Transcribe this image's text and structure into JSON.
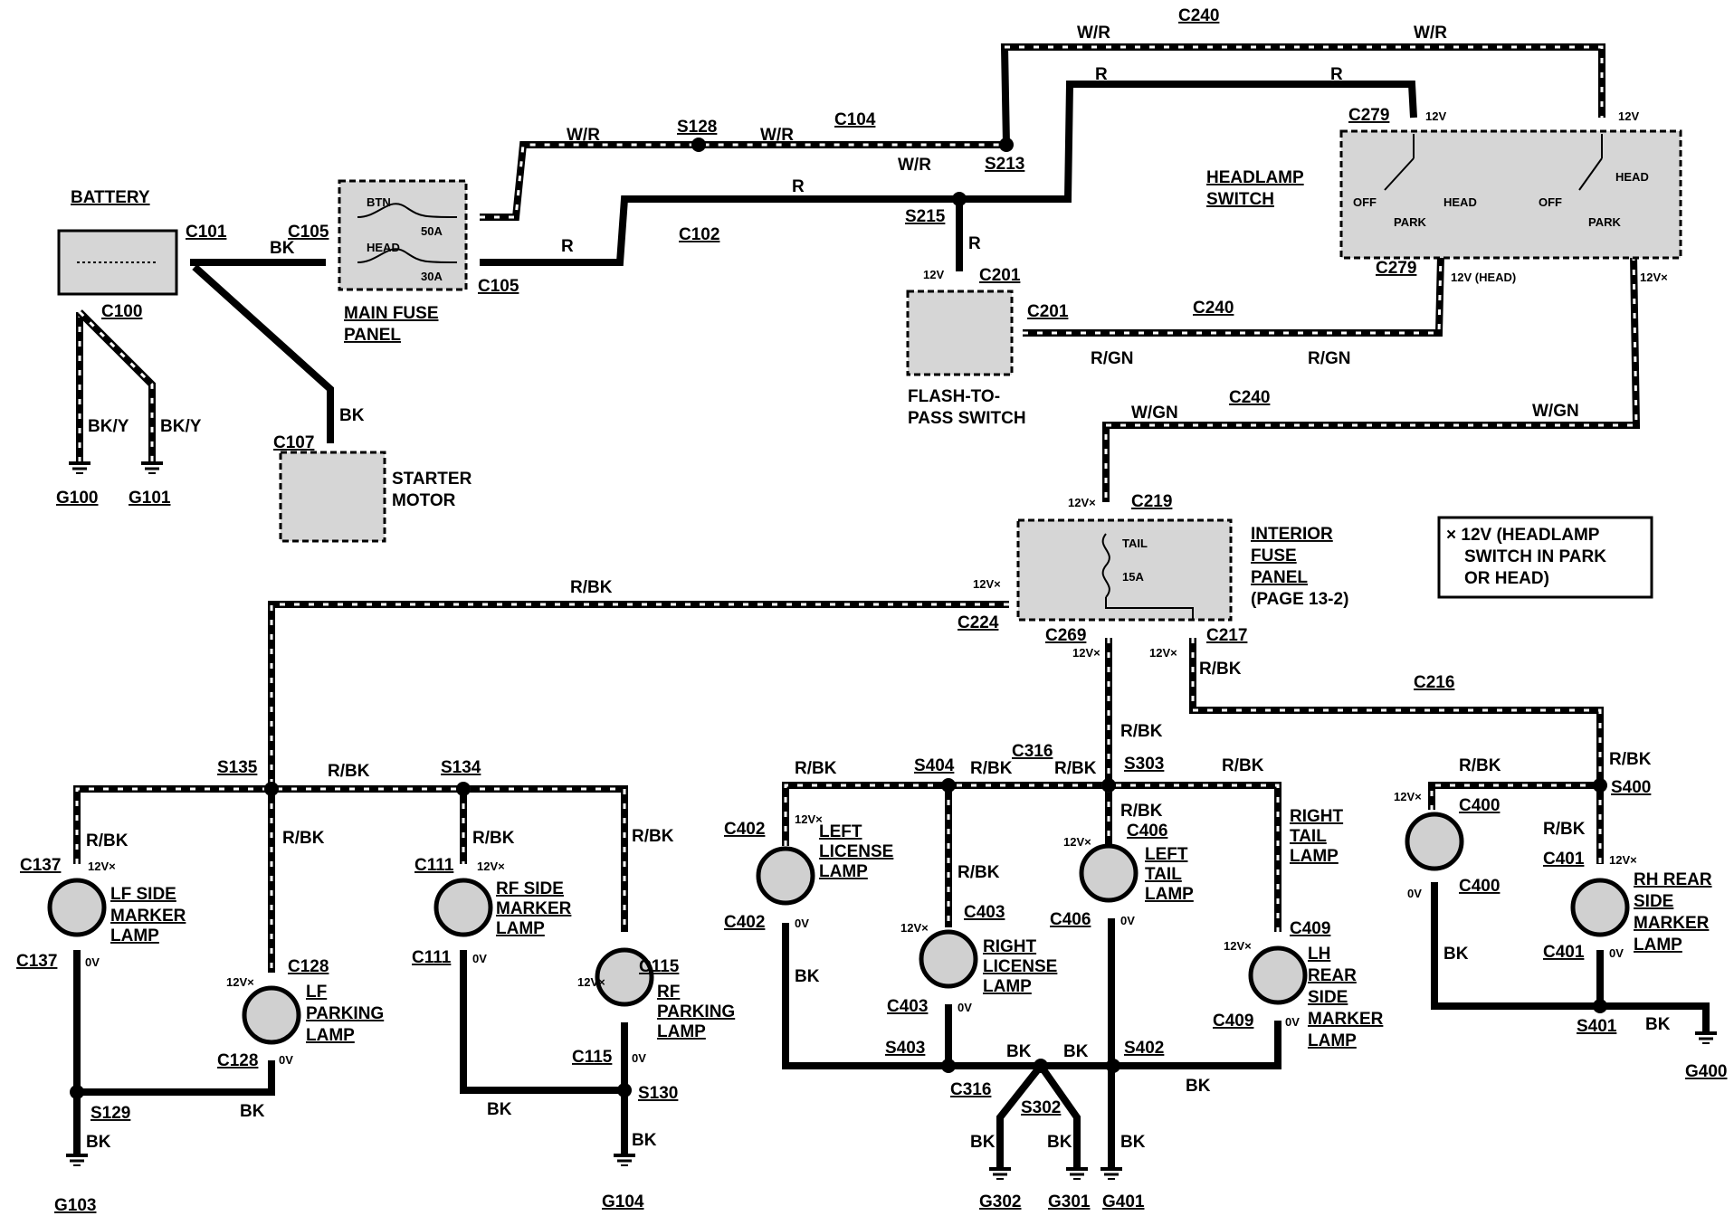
{
  "components": {
    "battery": "BATTERY",
    "main_fuse_panel": [
      "MAIN FUSE",
      "PANEL"
    ],
    "fuse_btn": "BTN",
    "fuse_50a": "50A",
    "fuse_head": "HEAD",
    "fuse_30a": "30A",
    "starter_motor": [
      "STARTER",
      "MOTOR"
    ],
    "headlamp_switch": [
      "HEADLAMP",
      "SWITCH"
    ],
    "switch_positions": {
      "off": "OFF",
      "park": "PARK",
      "head": "HEAD"
    },
    "flash_to_pass": [
      "FLASH-TO-",
      "PASS SWITCH"
    ],
    "interior_fuse_panel": [
      "INTERIOR",
      "FUSE",
      "PANEL",
      "(PAGE 13-2)"
    ],
    "fuse_tail": "TAIL",
    "fuse_15a": "15A",
    "note": [
      "× 12V (HEADLAMP",
      "SWITCH IN PARK",
      "OR HEAD)"
    ]
  },
  "lamps": {
    "lf_side_marker": [
      "LF SIDE",
      "MARKER",
      "LAMP"
    ],
    "lf_parking": [
      "LF",
      "PARKING",
      "LAMP"
    ],
    "rf_side_marker": [
      "RF SIDE",
      "MARKER",
      "LAMP"
    ],
    "rf_parking": [
      "RF",
      "PARKING",
      "LAMP"
    ],
    "left_license": [
      "LEFT",
      "LICENSE",
      "LAMP"
    ],
    "right_license": [
      "RIGHT",
      "LICENSE",
      "LAMP"
    ],
    "left_tail": [
      "LEFT",
      "TAIL",
      "LAMP"
    ],
    "right_tail": [
      "RIGHT",
      "TAIL",
      "LAMP"
    ],
    "lh_rear_side_marker": [
      "LH",
      "REAR",
      "SIDE",
      "MARKER",
      "LAMP"
    ],
    "rh_rear_side_marker": [
      "RH REAR",
      "SIDE",
      "MARKER",
      "LAMP"
    ]
  },
  "wire_colors": {
    "wr": "W/R",
    "r": "R",
    "bk": "BK",
    "bky": "BK/Y",
    "rgn": "R/GN",
    "wgn": "W/GN",
    "rbk": "R/BK"
  },
  "voltages": {
    "v12": "12V",
    "v12x": "12V×",
    "v0": "0V",
    "v12head": "12V (HEAD)"
  },
  "connectors": {
    "c100": "C100",
    "c101": "C101",
    "c102": "C102",
    "c104": "C104",
    "c105": "C105",
    "c107": "C107",
    "c111": "C111",
    "c115": "C115",
    "c128": "C128",
    "c137": "C137",
    "c201": "C201",
    "c216": "C216",
    "c217": "C217",
    "c219": "C219",
    "c224": "C224",
    "c240": "C240",
    "c269": "C269",
    "c279": "C279",
    "c316": "C316",
    "c400": "C400",
    "c401": "C401",
    "c402": "C402",
    "c403": "C403",
    "c406": "C406",
    "c409": "C409"
  },
  "splices": {
    "s128": "S128",
    "s129": "S129",
    "s130": "S130",
    "s134": "S134",
    "s135": "S135",
    "s213": "S213",
    "s215": "S215",
    "s302": "S302",
    "s303": "S303",
    "s400": "S400",
    "s401": "S401",
    "s402": "S402",
    "s403": "S403",
    "s404": "S404"
  },
  "grounds": {
    "g100": "G100",
    "g101": "G101",
    "g103": "G103",
    "g104": "G104",
    "g301": "G301",
    "g302": "G302",
    "g400": "G400",
    "g401": "G401"
  }
}
